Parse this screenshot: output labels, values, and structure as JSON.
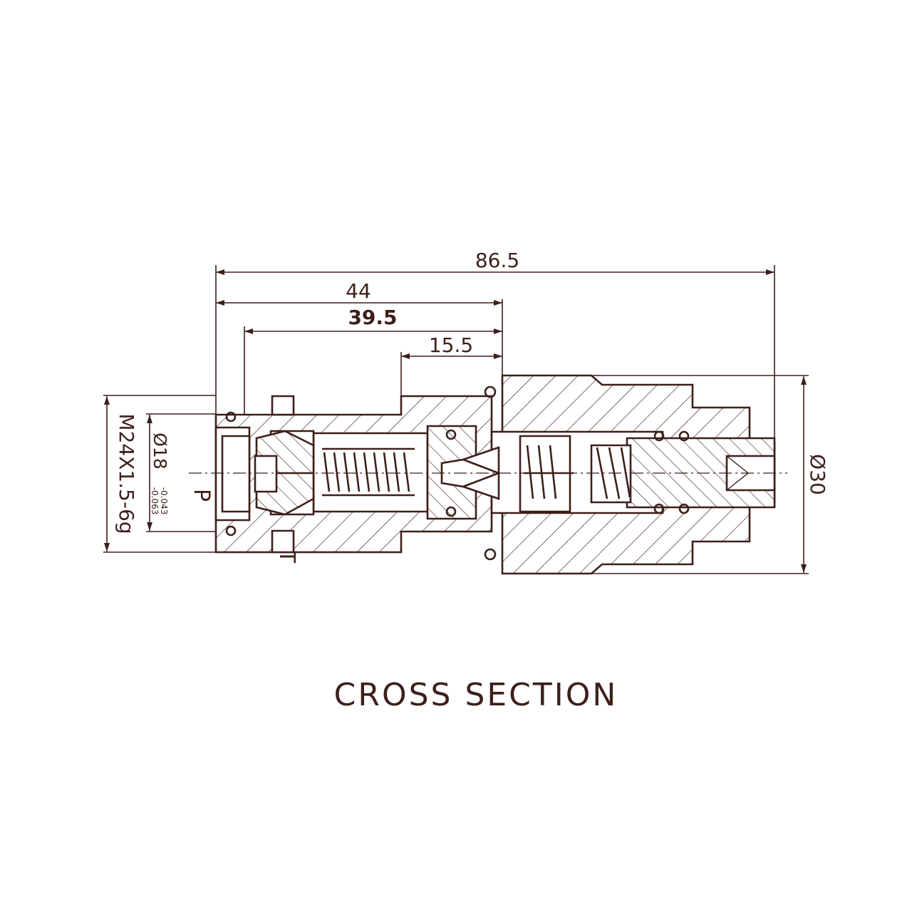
{
  "dimensions": {
    "overall_length": "86.5",
    "length_44": "44",
    "length_39_5": "39.5",
    "length_15_5": "15.5",
    "thread": "M24X1.5-6g",
    "bore_diameter": "Ø18",
    "bore_tolerance_upper": "-0.043",
    "bore_tolerance_lower": "-0.063",
    "outer_diameter": "Ø30"
  },
  "ports": {
    "pressure": "P",
    "tank": "T"
  },
  "caption": "CROSS SECTION",
  "colors": {
    "ink": "#3d1f1a",
    "background": "#ffffff"
  }
}
